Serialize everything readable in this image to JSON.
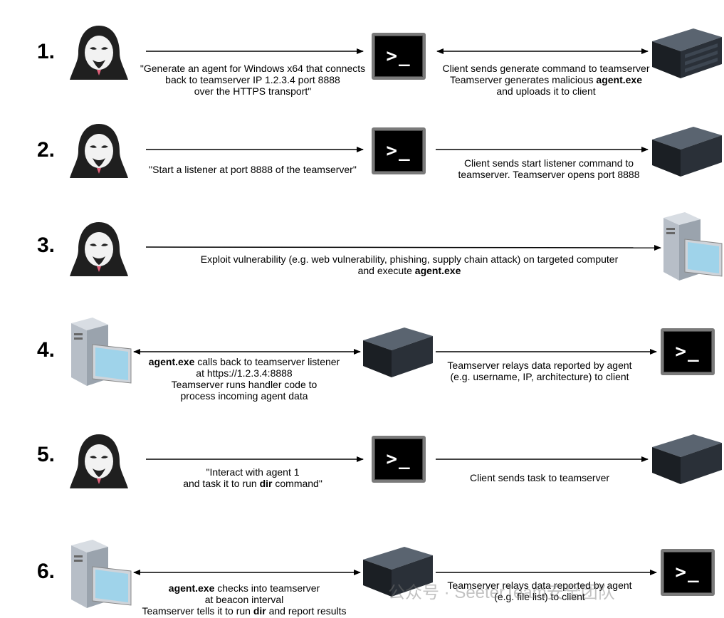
{
  "steps": [
    {
      "num": "1.",
      "line1": "\"Generate an agent for Windows x64 that connects",
      "line2": "back to teamserver IP 1.2.3.4 port 8888",
      "line3": "over the HTTPS transport\"",
      "r1": "Client sends generate command to teamserver",
      "r2a": "Teamserver generates malicious ",
      "r2b": "agent.exe",
      "r3": "and uploads it to client"
    },
    {
      "num": "2.",
      "line1": "\"Start a listener at port 8888 of the teamserver\"",
      "r1": "Client sends start listener command to",
      "r2": "teamserver. Teamserver opens port 8888"
    },
    {
      "num": "3.",
      "line1": "Exploit vulnerability (e.g. web vulnerability, phishing, supply chain attack) on targeted computer",
      "line2a": "and execute ",
      "line2b": "agent.exe"
    },
    {
      "num": "4.",
      "l1a": "agent.exe",
      "l1b": " calls back to teamserver listener",
      "l2": "at https://1.2.3.4:8888",
      "l3": "Teamserver runs handler code to",
      "l4": "process incoming agent data",
      "r1": "Teamserver relays data reported by agent",
      "r2": "(e.g. username, IP, architecture) to client"
    },
    {
      "num": "5.",
      "line1": "\"Interact with agent 1",
      "line2a": "and task it to run ",
      "line2b": "dir",
      "line2c": " command\"",
      "r1": "Client sends task to teamserver"
    },
    {
      "num": "6.",
      "l1a": "agent.exe",
      "l1b": " checks into teamserver",
      "l2": "at beacon interval",
      "l3a": "Teamserver tells it to run ",
      "l3b": "dir",
      "l3c": " and report results",
      "r1": "Teamserver relays data reported by agent",
      "r2": "(e.g. file list) to client"
    }
  ],
  "terminal_glyph": ">_",
  "watermark": "公众号 · SeeterTeam安全团队",
  "icons": {
    "attacker": "hacker-icon",
    "client": "terminal-icon",
    "server": "server-icon",
    "victim": "computer-icon"
  }
}
